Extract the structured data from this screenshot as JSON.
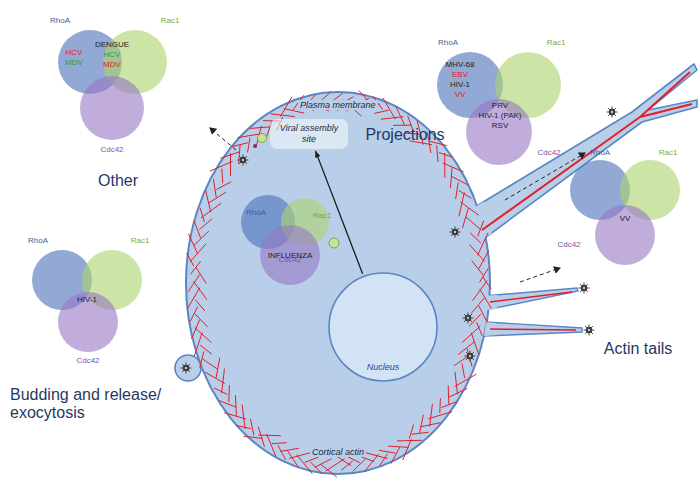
{
  "diagram": {
    "nodes": [
      {
        "text": [
          "RhoA"
        ]
      },
      {
        "text": [
          "Rac1"
        ]
      },
      {
        "text": [
          "Cdc42"
        ]
      },
      {
        "text": [
          "RhoA"
        ]
      },
      {
        "text": [
          "Rac1"
        ]
      },
      {
        "text": [
          "Cdc42"
        ]
      },
      {
        "text": [
          "Plasma membrane",
          "Cortical actin"
        ]
      },
      {
        "text": [
          "Viral assembly site"
        ],
        "in": 6
      },
      {
        "text": [
          "RhoA"
        ],
        "in": 6
      },
      {
        "text": [
          "Rac1"
        ],
        "in": 6
      },
      {
        "text": [
          "Cdc42"
        ],
        "in": 6
      },
      {
        "text": [
          "Nucleus"
        ],
        "in": 6
      },
      {
        "text": [
          "RhoA"
        ]
      },
      {
        "text": [
          "Rac1"
        ]
      },
      {
        "text": [
          "Cdc42"
        ]
      },
      {
        "text": [
          "RhoA"
        ]
      },
      {
        "text": [
          "Rac1"
        ]
      },
      {
        "text": [
          "Cdc42"
        ]
      }
    ],
    "edges": [
      {
        "from": 11,
        "to": 7,
        "arrow": "to"
      }
    ],
    "labels": [
      "Other",
      "HCV",
      "MDV",
      "DENGUE",
      "HCV",
      "MDV",
      "Projections",
      "MHV-68",
      "EBV",
      "HIV-1",
      "VV",
      "PRV",
      "HIV-1 (PAK)",
      "RSV",
      "INFLUENZA",
      "Budding and release/ exocytosis",
      "HIV-1",
      "Actin tails",
      "VV"
    ]
  }
}
